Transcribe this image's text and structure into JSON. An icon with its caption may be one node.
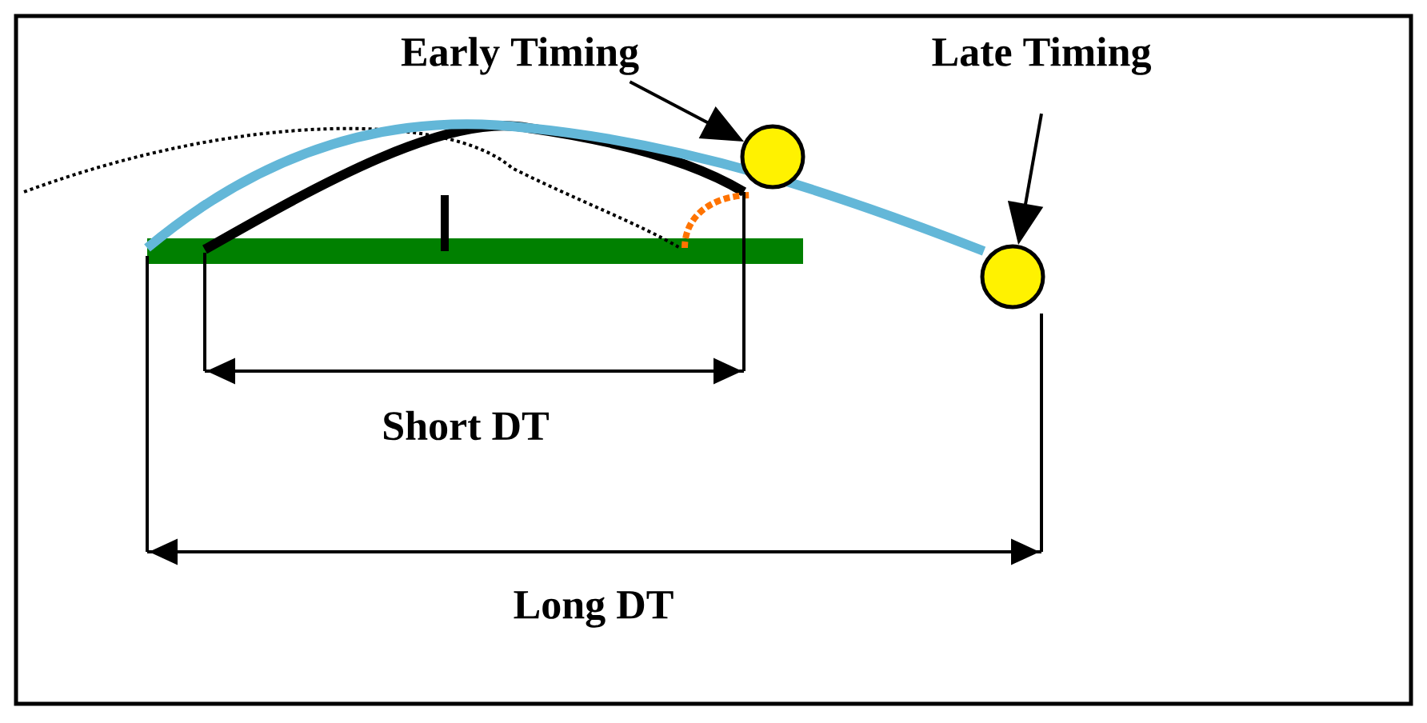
{
  "diagram": {
    "nodes": [
      {
        "text": [
          "Early Timing"
        ]
      },
      {
        "text": [
          "Late Timing"
        ]
      },
      {
        "text": [],
        "shape": "circle"
      },
      {
        "text": [],
        "shape": "circle"
      }
    ],
    "edges": [
      {
        "from": 0,
        "to": 2,
        "arrow": "to"
      },
      {
        "from": 1,
        "to": 3,
        "arrow": "to"
      }
    ],
    "labels": [
      "Short DT",
      "Long DT"
    ]
  }
}
